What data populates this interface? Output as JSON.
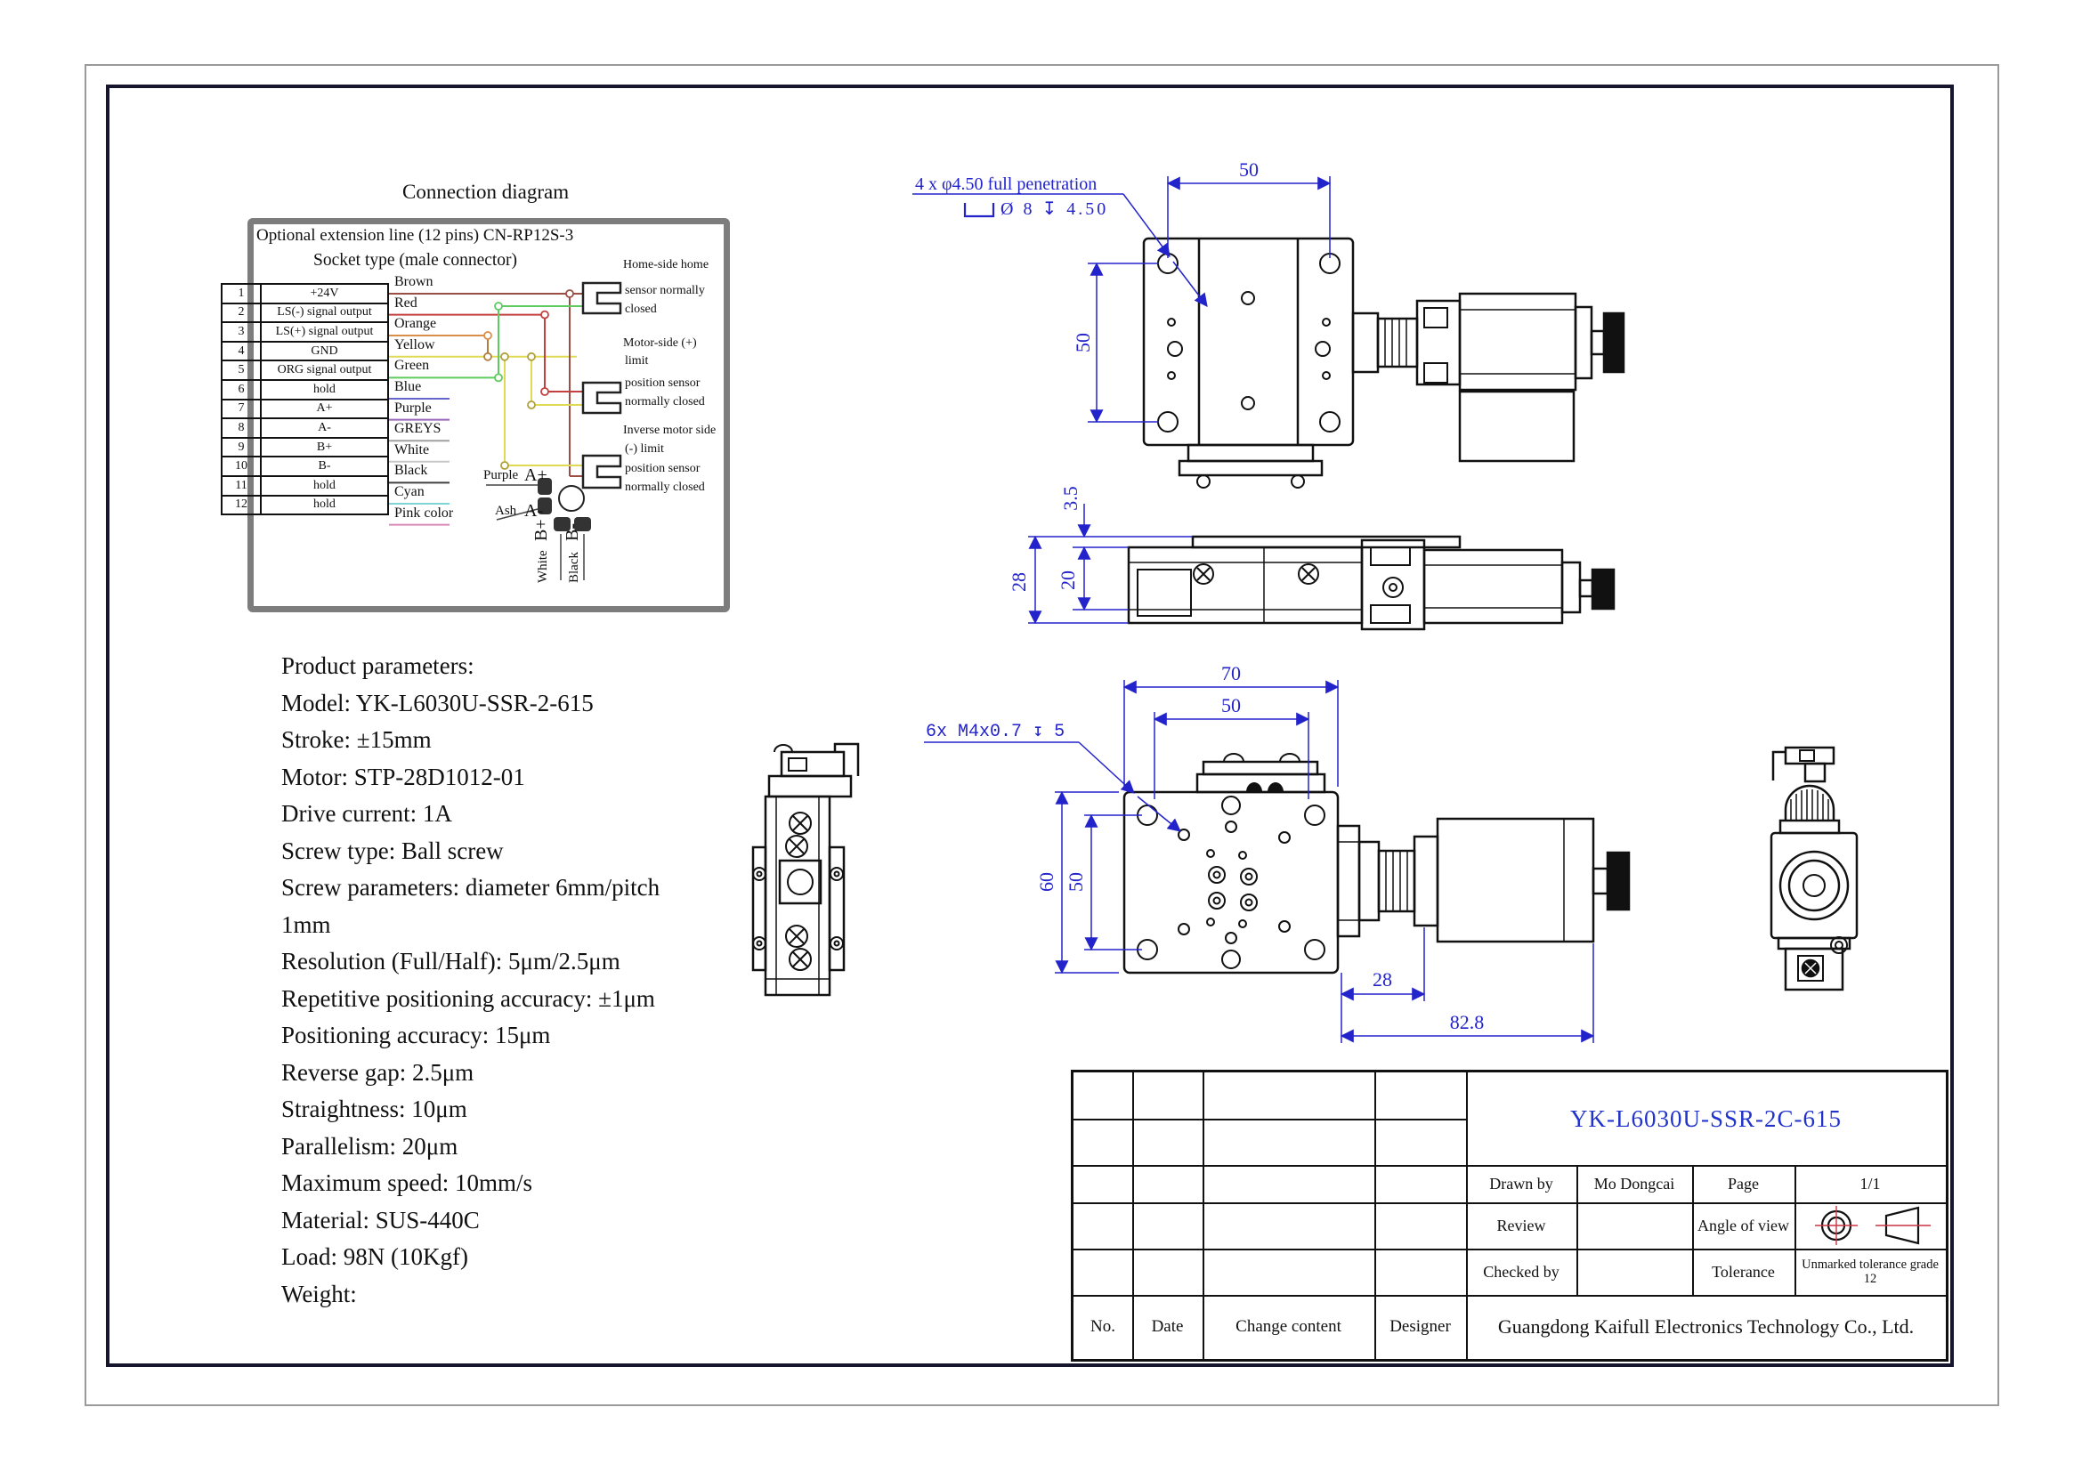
{
  "connection": {
    "title": "Connection diagram",
    "frame_line1": "Optional extension line (12 pins) CN-RP12S-3",
    "frame_line2": "Socket type (male connector)",
    "pins": [
      {
        "num": "1",
        "label": "+24V"
      },
      {
        "num": "2",
        "label": "LS(-) signal output"
      },
      {
        "num": "3",
        "label": "LS(+) signal output"
      },
      {
        "num": "4",
        "label": "GND"
      },
      {
        "num": "5",
        "label": "ORG signal output"
      },
      {
        "num": "6",
        "label": "hold"
      },
      {
        "num": "7",
        "label": "A+"
      },
      {
        "num": "8",
        "label": "A-"
      },
      {
        "num": "9",
        "label": "B+"
      },
      {
        "num": "10",
        "label": "B-"
      },
      {
        "num": "11",
        "label": "hold"
      },
      {
        "num": "12",
        "label": "hold"
      }
    ],
    "wire_colors": [
      "Brown",
      "Red",
      "Orange",
      "Yellow",
      "Green",
      "Blue",
      "Purple",
      "GREYS",
      "White",
      "Black",
      "Cyan",
      "Pink color"
    ],
    "sensors": [
      {
        "l1": "Home-side home",
        "l2": "sensor normally",
        "l3": "closed",
        "l4": ""
      },
      {
        "l1": "Motor-side (+)",
        "l2": "limit",
        "l3": "position sensor",
        "l4": "normally closed"
      },
      {
        "l1": "Inverse motor side",
        "l2": "(-) limit",
        "l3": "position sensor",
        "l4": "normally closed"
      }
    ],
    "leads": [
      {
        "color": "Purple",
        "pin": "A+"
      },
      {
        "color": "Ash",
        "pin": "A-"
      },
      {
        "color": "White",
        "pin": "B+"
      },
      {
        "color": "Black",
        "pin": "B-"
      }
    ]
  },
  "parameters": {
    "lines": [
      "Product parameters:",
      "Model: YK-L6030U-SSR-2-615",
      "Stroke: ±15mm",
      "Motor: STP-28D1012-01",
      "Drive current: 1A",
      "Screw type: Ball screw",
      "Screw parameters: diameter 6mm/pitch",
      "1mm",
      "Resolution (Full/Half): 5μm/2.5μm",
      "Repetitive positioning accuracy: ±1μm",
      "Positioning accuracy: 15μm",
      "Reverse gap: 2.5μm",
      "Straightness: 10μm",
      "Parallelism: 20μm",
      "Maximum speed: 10mm/s",
      "Material: SUS-440C",
      "Load: 98N (10Kgf)",
      "Weight:"
    ]
  },
  "annotations": {
    "penetration": "4 x φ4.50 full penetration",
    "counterbore": "Ø 8  ↧ 4.50",
    "tap": "6x M4x0.7 ↧ 5",
    "dims": {
      "top50": "50",
      "left50": "50",
      "d35": "3.5",
      "d28side": "28",
      "d20": "20",
      "d70": "70",
      "d50top": "50",
      "d60": "60",
      "d50left": "50",
      "d28plan": "28",
      "d828": "82.8"
    },
    "accent_blue": "#2323cb"
  },
  "titleblock": {
    "part_no": "YK-L6030U-SSR-2C-615",
    "drawn_by_label": "Drawn by",
    "drawn_by": "Mo Dongcai",
    "page_label": "Page",
    "page": "1/1",
    "review_label": "Review",
    "angle_label": "Angle of view",
    "checked_label": "Checked by",
    "tolerance_label": "Tolerance",
    "tolerance_value": "Unmarked tolerance grade 12",
    "no_label": "No.",
    "date_label": "Date",
    "change_label": "Change content",
    "designer_label": "Designer",
    "company": "Guangdong Kaifull Electronics Technology Co., Ltd."
  }
}
